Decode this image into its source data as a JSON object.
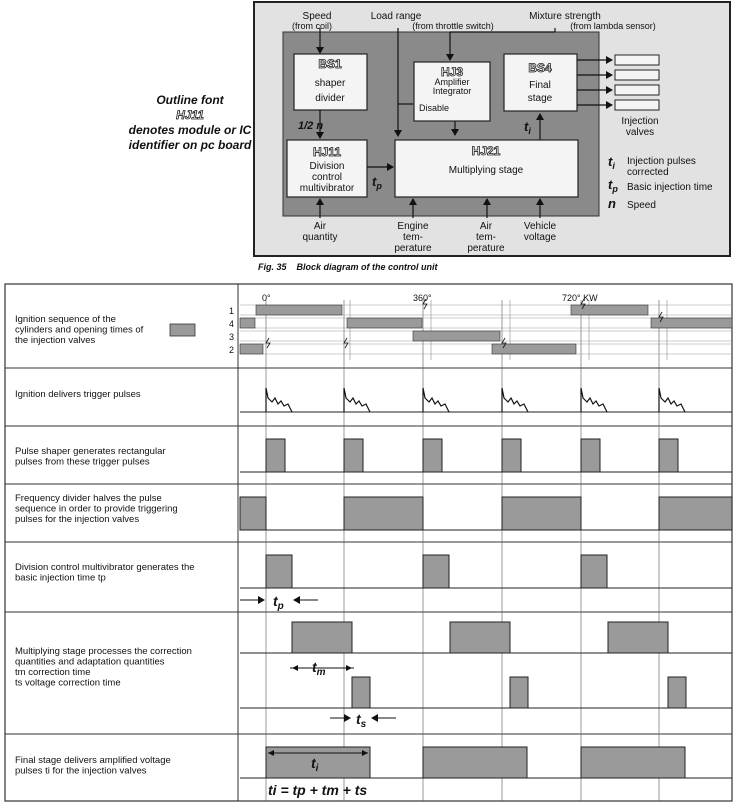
{
  "note": {
    "line1": "Outline font",
    "line2": "HJ11",
    "line3": "denotes module or IC",
    "line4": "identifier on pc board"
  },
  "block": {
    "inputs": {
      "speed": "Speed",
      "speed_sub": "(from coil)",
      "load": "Load range",
      "load_sub": "(from throttle switch)",
      "mixture": "Mixture strength",
      "mixture_sub": "(from lambda sensor)"
    },
    "bs1": {
      "id": "BS1",
      "l1": "shaper",
      "l2": "divider"
    },
    "hj3": {
      "id": "HJ3",
      "l1": "Amplifier",
      "l2": "Integrator"
    },
    "bs4": {
      "id": "BS4",
      "l1": "Final",
      "l2": "stage"
    },
    "hj11": {
      "id": "HJ11",
      "l1": "Division",
      "l2": "control",
      "l3": "multivibrator"
    },
    "hj21": {
      "id": "HJ21",
      "l1": "Multiplying stage"
    },
    "half_n": "1/2 n",
    "disable": "Disable",
    "tp": "t",
    "tp_sub": "p",
    "ti": "t",
    "ti_sub": "i",
    "injection_valves_1": "Injection",
    "injection_valves_2": "valves",
    "legend": [
      {
        "sym": "t",
        "sub": "i",
        "text1": "Injection pulses",
        "text2": "corrected"
      },
      {
        "sym": "t",
        "sub": "p",
        "text1": "Basic injection time",
        "text2": ""
      },
      {
        "sym": "n",
        "sub": "",
        "text1": "Speed",
        "text2": ""
      }
    ],
    "bottom_inputs": [
      {
        "l1": "Air",
        "l2": "quantity",
        "l3": ""
      },
      {
        "l1": "Engine",
        "l2": "tem-",
        "l3": "perature"
      },
      {
        "l1": "Air",
        "l2": "tem-",
        "l3": "perature"
      },
      {
        "l1": "Vehicle",
        "l2": "voltage",
        "l3": ""
      }
    ],
    "caption_fig": "Fig. 35",
    "caption_text": "Block diagram of the control unit"
  },
  "timing": {
    "angles": [
      "0°",
      "360°",
      "720° KW"
    ],
    "cylinders": [
      "1",
      "4",
      "3",
      "2"
    ],
    "rows": [
      {
        "lines": [
          "Ignition sequence of the",
          "cylinders and opening times of",
          "the injection valves"
        ]
      },
      {
        "lines": [
          "Ignition delivers trigger pulses"
        ]
      },
      {
        "lines": [
          "Pulse shaper generates rectangular",
          "pulses from these trigger pulses"
        ]
      },
      {
        "lines": [
          "Frequency divider halves the pulse",
          "sequence in order to provide triggering",
          "pulses for the injection valves"
        ]
      },
      {
        "lines": [
          "Division control multivibrator generates the",
          "basic injection time tp"
        ]
      },
      {
        "lines": [
          "Multiplying stage processes the correction",
          "quantities and adaptation quantities",
          "tm correction time",
          "ts voltage correction time"
        ]
      },
      {
        "lines": [
          "Final stage delivers amplified voltage",
          "pulses ti for the injection valves"
        ]
      }
    ],
    "labels": {
      "tp": "t",
      "tp_sub": "p",
      "tm": "t",
      "tm_sub": "m",
      "ts": "t",
      "ts_sub": "s",
      "ti": "t",
      "ti_sub": "i",
      "formula": "ti = tp + tm + ts"
    }
  },
  "colors": {
    "gray_panel": "#8a8a8a",
    "box_fill": "#f4f4f4",
    "pulse_fill": "#9a9a9a",
    "outer_light": "#e4e4e4"
  }
}
